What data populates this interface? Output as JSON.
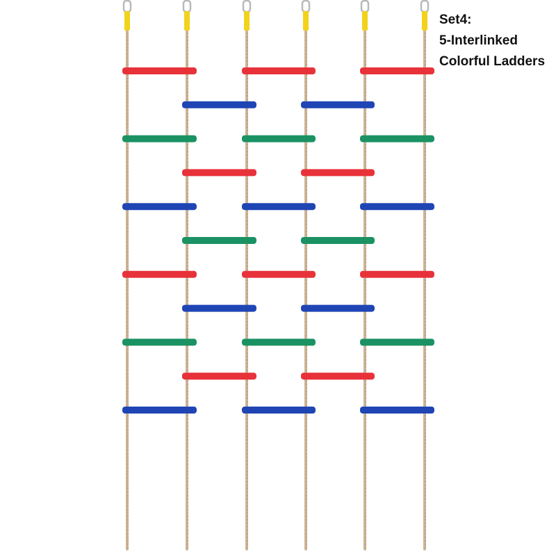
{
  "caption": {
    "line1": "Set4:",
    "line2": "5-Interlinked",
    "line3": "Colorful Ladders"
  },
  "colors": {
    "rope": "#cdb497",
    "rope_dark": "#a8906f",
    "sleeve": "#f2d21b",
    "hook": "#b9b9b9",
    "red": "#e8323a",
    "blue": "#1f45b5",
    "green": "#1a9263",
    "background": "#ffffff"
  },
  "ladder": {
    "rope_count": 6,
    "ladder_count": 5,
    "rung_rows": 11,
    "outer_ladder_colors": [
      "red",
      "green",
      "blue",
      "red",
      "green",
      "blue"
    ],
    "inner_ladder_colors": [
      "blue",
      "red",
      "green",
      "blue",
      "red"
    ],
    "icons": [
      "hook-icon",
      "sleeve-icon"
    ]
  }
}
